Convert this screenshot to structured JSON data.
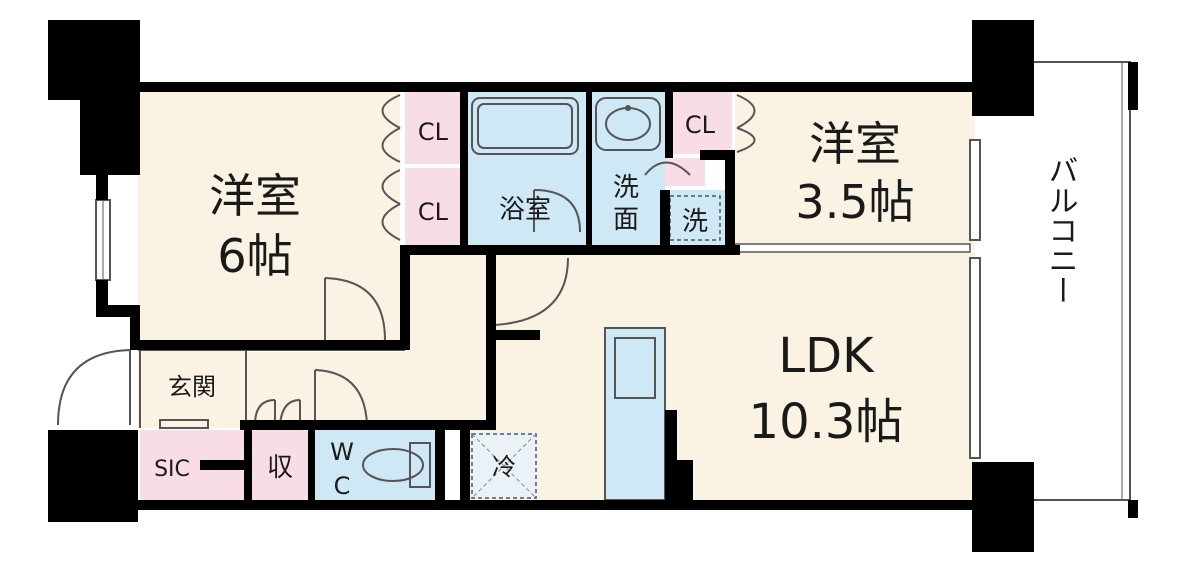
{
  "plan": {
    "rooms": {
      "western_room_6": {
        "name": "洋室",
        "size": "6帖"
      },
      "western_room_35": {
        "name": "洋室",
        "size": "3.5帖"
      },
      "ldk": {
        "name": "LDK",
        "size": "10.3帖"
      }
    },
    "labels": {
      "closet_1": "CL",
      "closet_2": "CL",
      "closet_3": "CL",
      "bathroom": "浴室",
      "washroom_line1": "洗",
      "washroom_line2": "面",
      "laundry": "洗",
      "entrance": "玄関",
      "sic": "SIC",
      "storage": "収",
      "wc_line1": "W",
      "wc_line2": "C",
      "fridge": "冷",
      "balcony": "バルコニー"
    },
    "colors": {
      "room": "#faf3e3",
      "closet": "#f9dde6",
      "wet_area": "#cfe8f5",
      "wall": "#000000",
      "outline": "#555555"
    }
  }
}
